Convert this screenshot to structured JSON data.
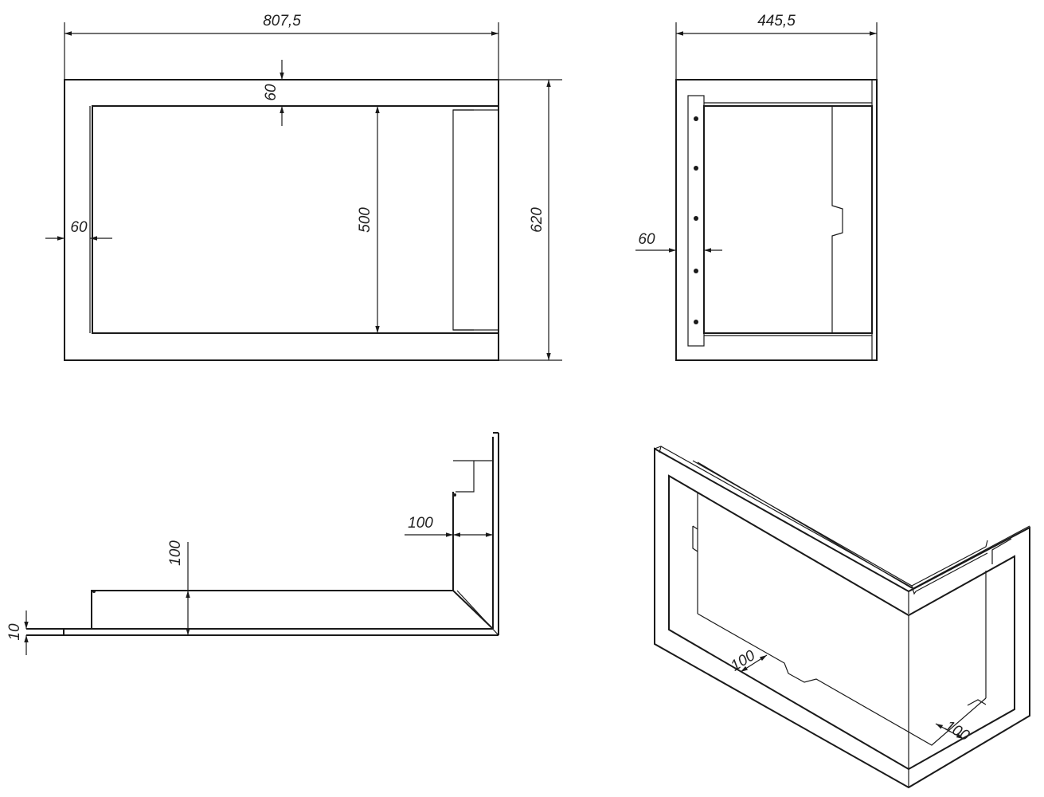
{
  "colors": {
    "line": "#1a1a1a",
    "background": "#ffffff"
  },
  "front_view": {
    "width_label": "807,5",
    "border_top_label": "60",
    "inner_height_label": "500",
    "outer_height_label": "620",
    "border_left_label": "60"
  },
  "side_view": {
    "width_label": "445,5",
    "border_label": "60"
  },
  "top_view": {
    "depth_right_label": "100",
    "depth_front_label": "100",
    "plate_thickness_label": "10"
  },
  "iso_view": {
    "depth_front_label": "100",
    "depth_side_label": "100"
  }
}
